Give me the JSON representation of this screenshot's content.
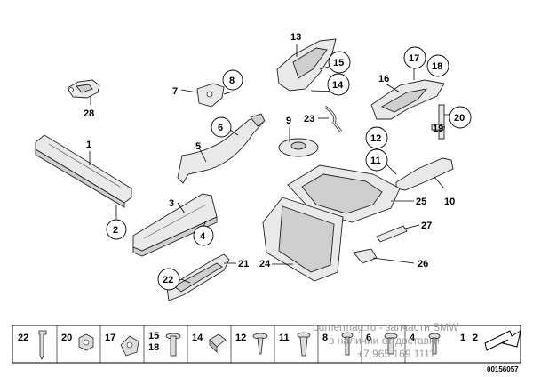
{
  "callouts": {
    "c1": "1",
    "c2": "2",
    "c3": "3",
    "c4": "4",
    "c5": "5",
    "c6": "6",
    "c7": "7",
    "c8": "8",
    "c9": "9",
    "c10": "10",
    "c11": "11",
    "c12": "12",
    "c13": "13",
    "c14": "14",
    "c15": "15",
    "c16": "16",
    "c17": "17",
    "c18": "18",
    "c19": "19",
    "c20": "20",
    "c21": "21",
    "c22": "22",
    "c23": "23",
    "c24": "24",
    "c25": "25",
    "c26": "26",
    "c27": "27",
    "c28": "28"
  },
  "legend": {
    "items": [
      {
        "labels": [
          "22"
        ]
      },
      {
        "labels": [
          "20"
        ]
      },
      {
        "labels": [
          "17"
        ]
      },
      {
        "labels": [
          "15",
          "18"
        ]
      },
      {
        "labels": [
          "14"
        ]
      },
      {
        "labels": [
          "12"
        ]
      },
      {
        "labels": [
          "11"
        ]
      },
      {
        "labels": [
          "8"
        ]
      },
      {
        "labels": [
          "6"
        ]
      },
      {
        "labels": [
          "4"
        ]
      }
    ],
    "partial_labels": [
      "1",
      "2"
    ]
  },
  "watermark": {
    "line1": "bumermag.ru - запчасти BMW",
    "line2": "в наличии от доставки",
    "line3": "+7 965 169 1111"
  },
  "diagram_code": "00156057"
}
